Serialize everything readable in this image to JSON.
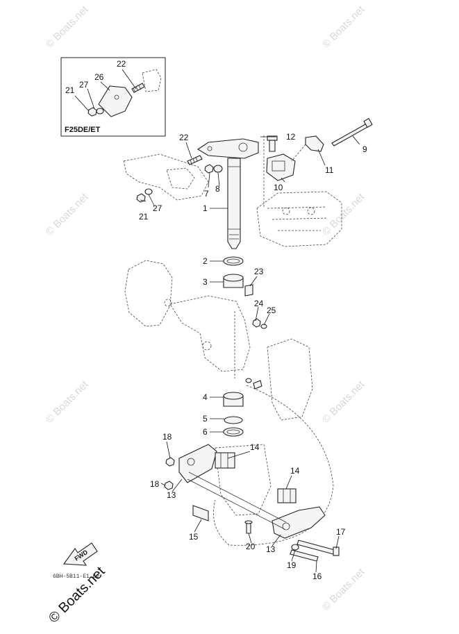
{
  "diagram": {
    "inset_label": "F25DE/ET",
    "watermark": "© Boats.net",
    "footer_watermark": "© Boats.net",
    "fwd_label": "FWD",
    "diagram_code": "6BH-5B11-E1 E2",
    "callouts": {
      "c1": "1",
      "c2": "2",
      "c3": "3",
      "c4": "4",
      "c5": "5",
      "c6": "6",
      "c7": "7",
      "c8": "8",
      "c9": "9",
      "c10": "10",
      "c11": "11",
      "c12": "12",
      "c13a": "13",
      "c13b": "13",
      "c14a": "14",
      "c14b": "14",
      "c15": "15",
      "c16": "16",
      "c17": "17",
      "c18a": "18",
      "c18b": "18",
      "c19": "19",
      "c20": "20",
      "c21a": "21",
      "c21b": "21",
      "c22a": "22",
      "c22b": "22",
      "c23": "23",
      "c24": "24",
      "c25": "25",
      "c26": "26",
      "c27a": "27",
      "c27b": "27"
    }
  }
}
